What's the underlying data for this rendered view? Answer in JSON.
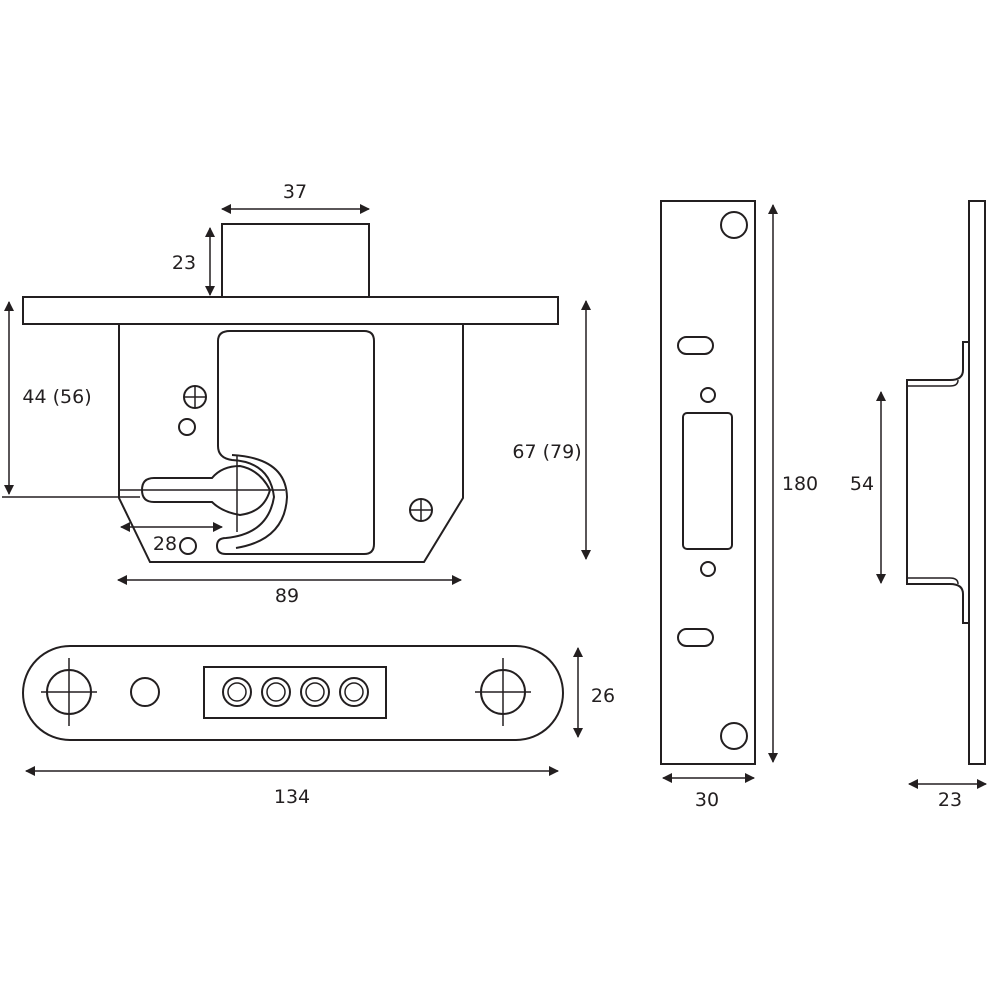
{
  "diagram": {
    "stroke_color": "#231f20",
    "background_color": "#ffffff",
    "dimensions": {
      "bolt_width": "37",
      "bolt_projection": "23",
      "backset": "44 (56)",
      "case_depth": "67 (79)",
      "cylinder_offset": "28",
      "case_width": "89",
      "cover_height": "26",
      "cover_length": "134",
      "faceplate_height": "180",
      "faceplate_width": "30",
      "keeper_height": "54",
      "keeper_depth": "23"
    }
  }
}
